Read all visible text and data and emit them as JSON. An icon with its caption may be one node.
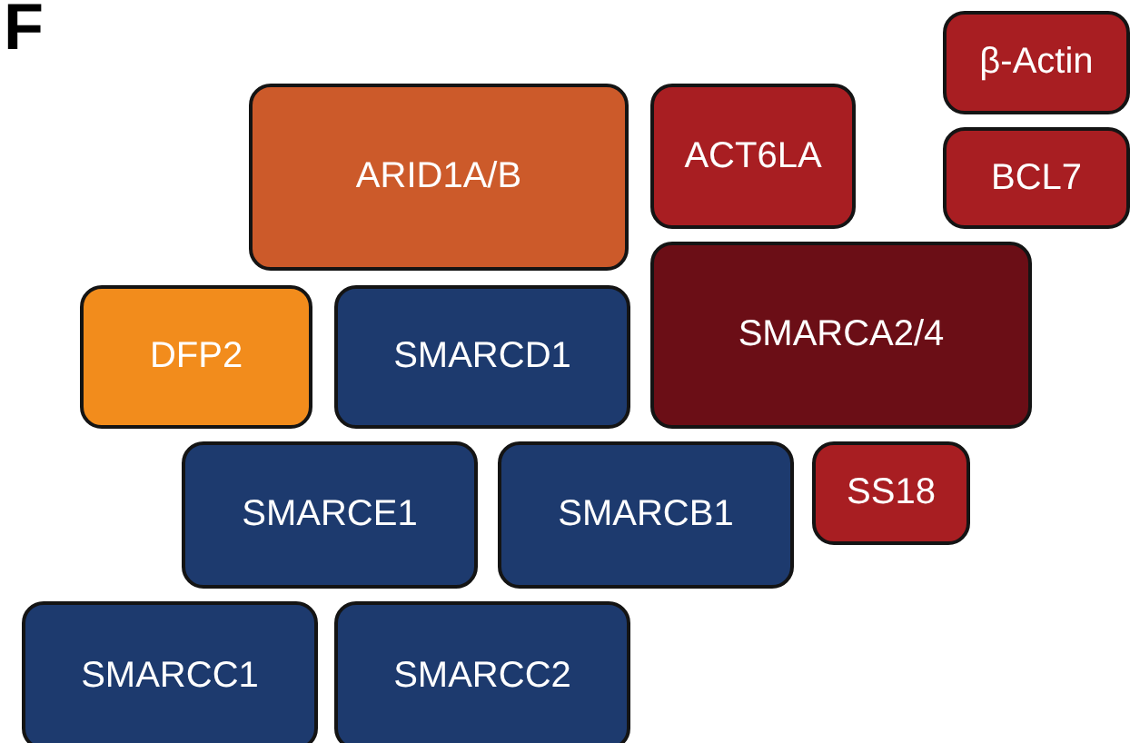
{
  "diagram": {
    "nodes": [
      {
        "text": [
          "β-Actin"
        ]
      },
      {
        "text": [
          "ARID1A/B"
        ]
      },
      {
        "text": [
          "ACT6LA"
        ]
      },
      {
        "text": [
          "BCL7"
        ]
      },
      {
        "text": [
          "DFP2"
        ]
      },
      {
        "text": [
          "SMARCD1"
        ]
      },
      {
        "text": [
          "SMARCA2/4"
        ]
      },
      {
        "text": [
          "SMARCE1"
        ]
      },
      {
        "text": [
          "SMARCB1"
        ]
      },
      {
        "text": [
          "SS18"
        ]
      },
      {
        "text": [
          "SMARCC1"
        ]
      },
      {
        "text": [
          "SMARCC2"
        ]
      }
    ],
    "labels": [
      "F"
    ]
  }
}
